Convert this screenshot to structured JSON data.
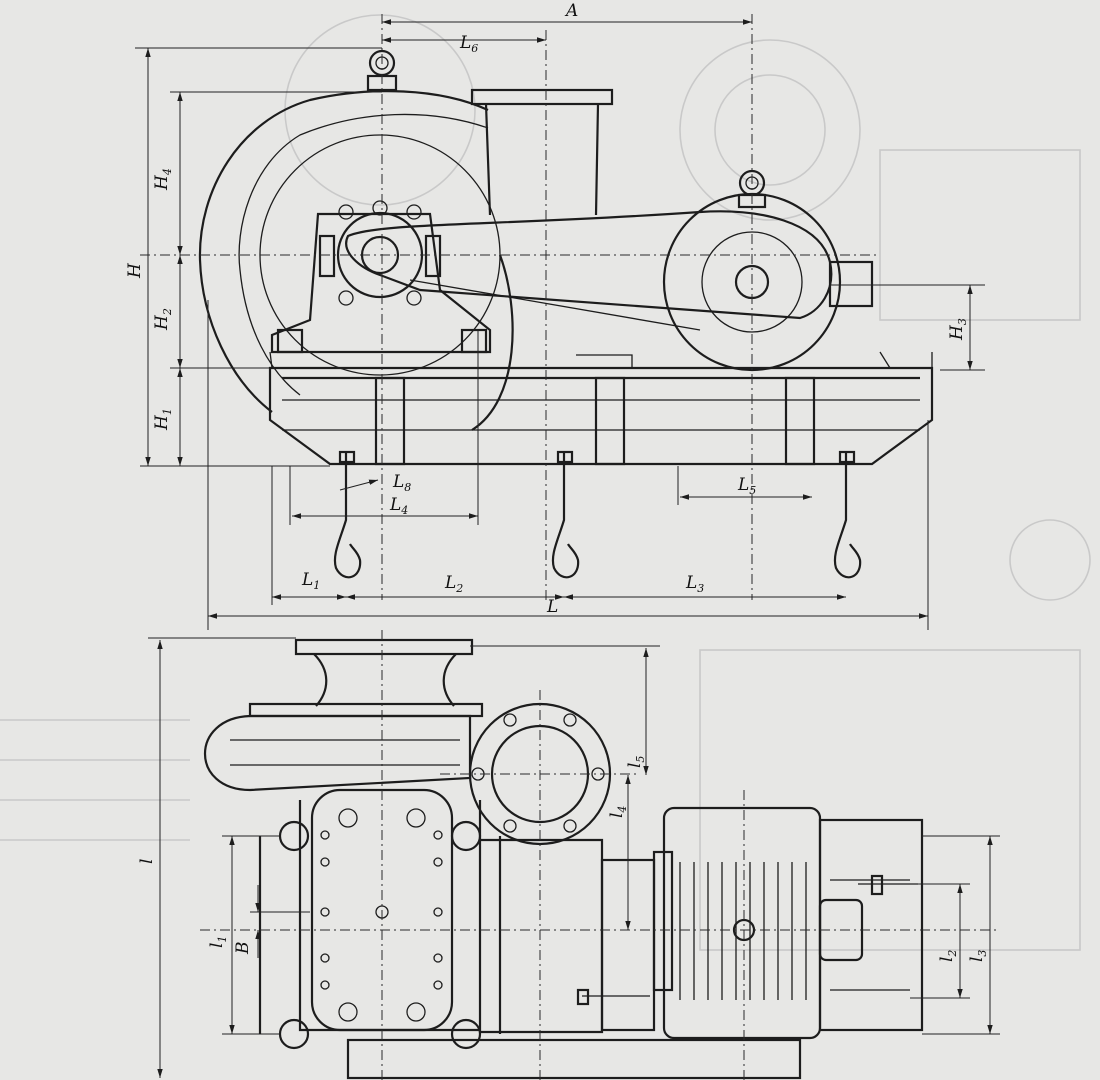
{
  "side_view": {
    "dims": {
      "A": {
        "base": "A",
        "sub": ""
      },
      "L6": {
        "base": "L",
        "sub": "6"
      },
      "H": {
        "base": "H",
        "sub": ""
      },
      "H4": {
        "base": "H",
        "sub": "4"
      },
      "H2": {
        "base": "H",
        "sub": "2"
      },
      "H1": {
        "base": "H",
        "sub": "1"
      },
      "H3": {
        "base": "H",
        "sub": "3"
      },
      "L8": {
        "base": "L",
        "sub": "8"
      },
      "L4": {
        "base": "L",
        "sub": "4"
      },
      "L5": {
        "base": "L",
        "sub": "5"
      },
      "L1": {
        "base": "L",
        "sub": "1"
      },
      "L2": {
        "base": "L",
        "sub": "2"
      },
      "L3": {
        "base": "L",
        "sub": "3"
      },
      "L": {
        "base": "L",
        "sub": ""
      }
    }
  },
  "plan_view": {
    "dims": {
      "l": {
        "base": "l",
        "sub": ""
      },
      "l5": {
        "base": "l",
        "sub": "5"
      },
      "l4": {
        "base": "l",
        "sub": "4"
      },
      "l1": {
        "base": "l",
        "sub": "1"
      },
      "B": {
        "base": "B",
        "sub": ""
      },
      "l2": {
        "base": "l",
        "sub": "2"
      },
      "l3": {
        "base": "l",
        "sub": "3"
      }
    }
  },
  "colors": {
    "paper": "#e7e7e5",
    "ink": "#1d1d1d",
    "ghost": "#c9c9c9"
  }
}
